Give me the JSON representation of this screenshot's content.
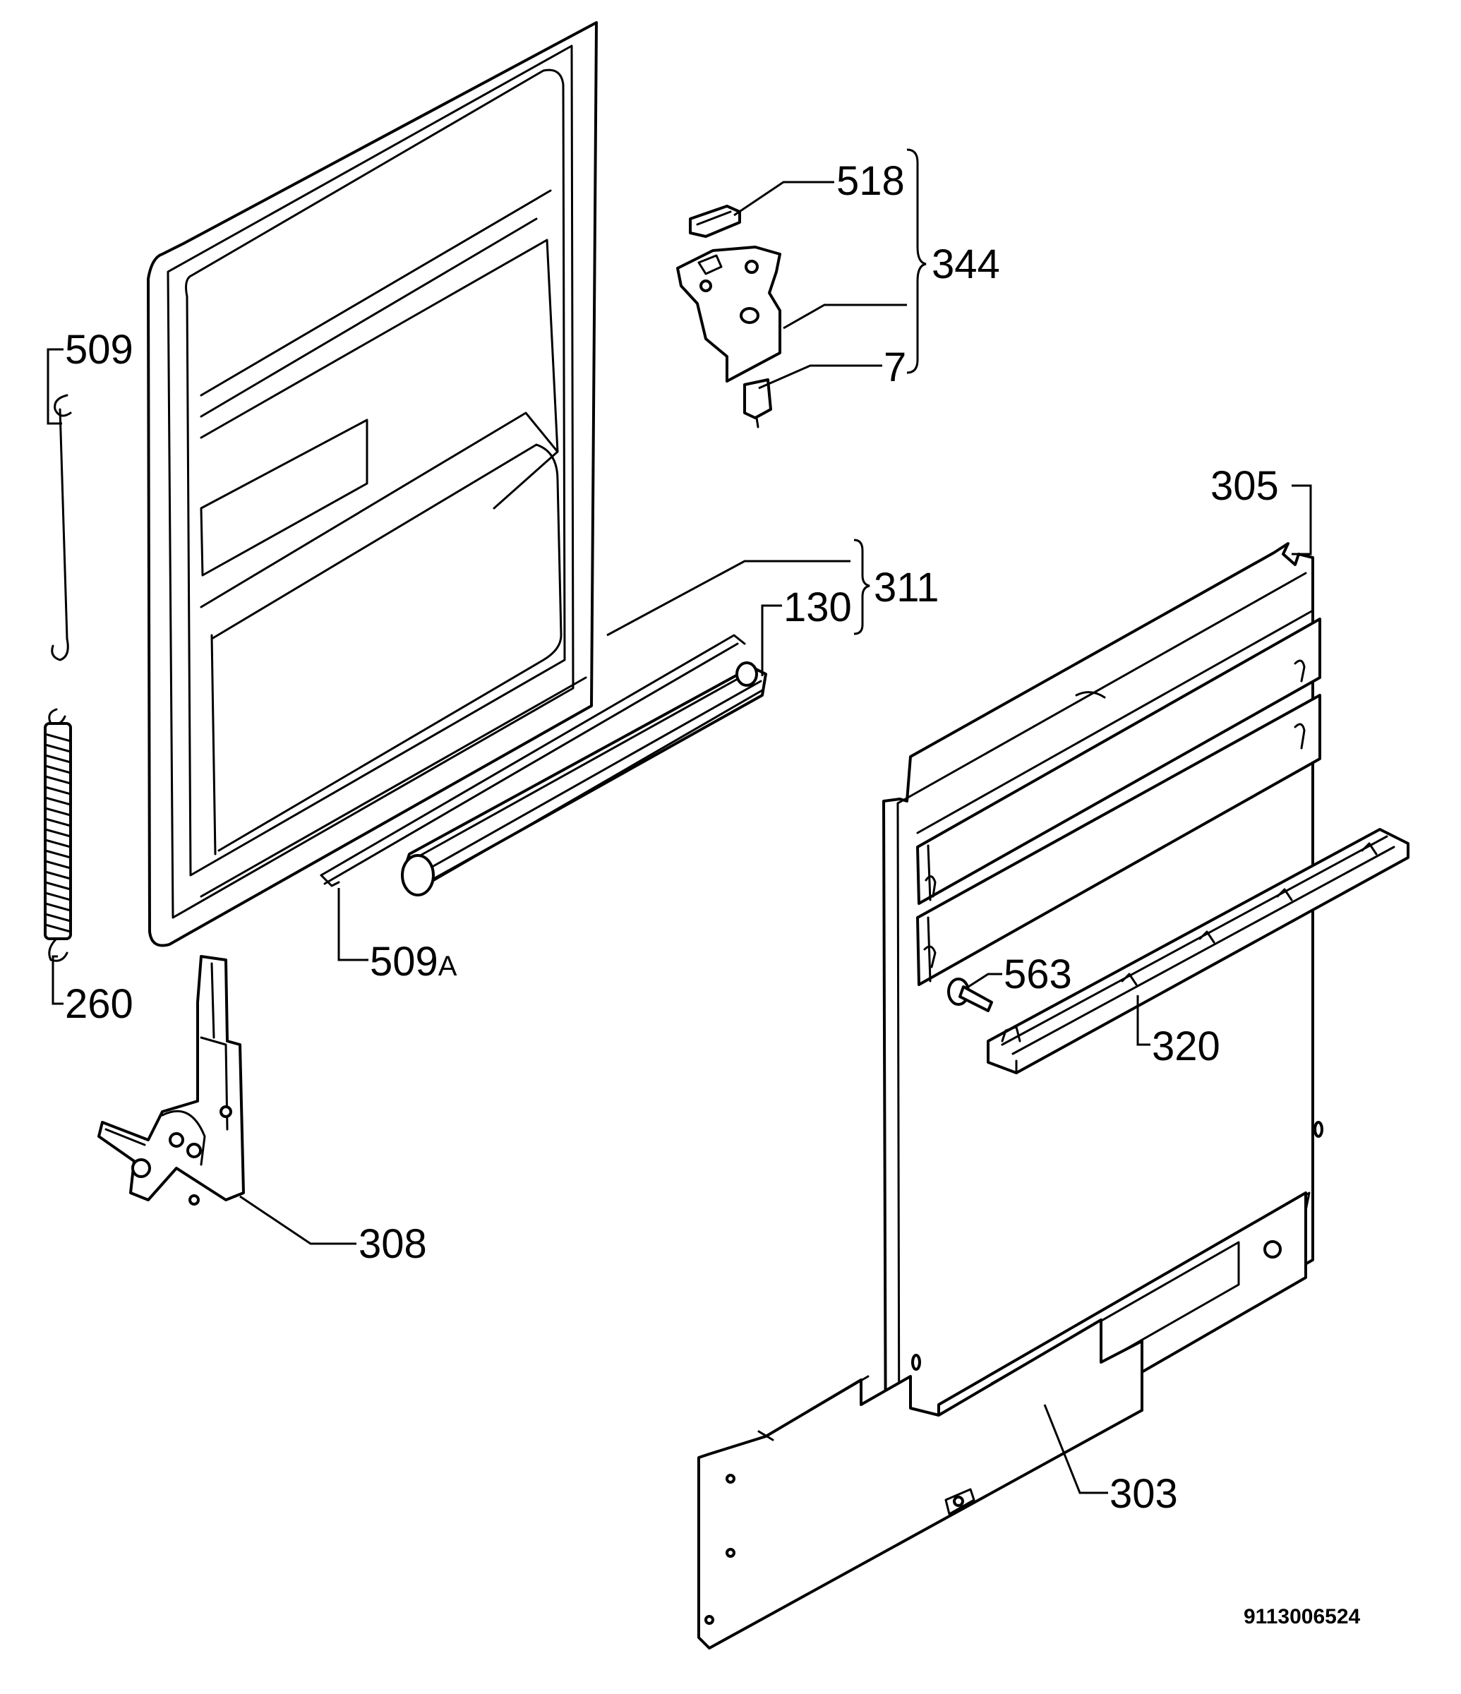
{
  "callouts": {
    "c518": "518",
    "c344": "344",
    "c7": "7",
    "c509": "509",
    "c305": "305",
    "c311": "311",
    "c130": "130",
    "c509a_num": "509",
    "c509a_suffix": "A",
    "c260": "260",
    "c563": "563",
    "c320": "320",
    "c308": "308",
    "c303": "303"
  },
  "drawing_code": "9113006524"
}
